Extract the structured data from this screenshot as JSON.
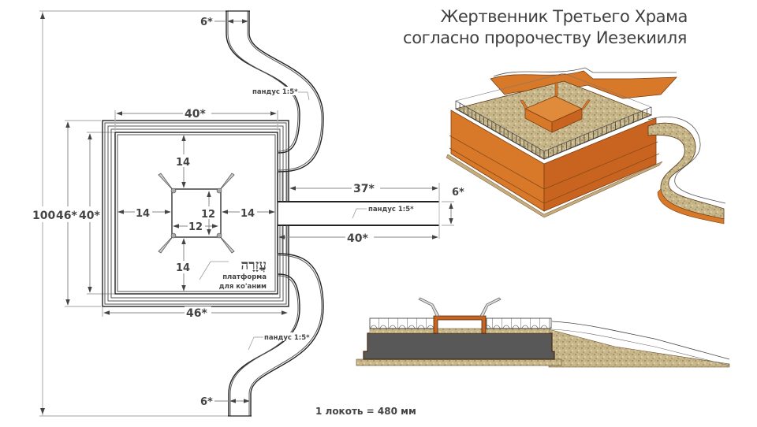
{
  "title": {
    "line1": "Жертвенник Третьего Храма",
    "line2": "согласно пророчеству Иезекииля"
  },
  "plan": {
    "dimensions": {
      "overall_height": "100",
      "outer_height": "46*",
      "inner_height": "40*",
      "top_width": "40*",
      "bottom_width": "46*",
      "margin_top": "14",
      "margin_bottom": "14",
      "margin_left": "14",
      "margin_right": "14",
      "core_width": "12",
      "core_height": "12",
      "ramp_top_width": "6*",
      "ramp_bottom_width": "6*",
      "ramp_side_width": "6*",
      "ramp_side_length_upper": "37*",
      "ramp_side_length_lower": "40*"
    },
    "ramp_label_top": "пандус 1:5*",
    "ramp_label_side": "пандус 1:5*",
    "ramp_label_bottom": "пандус 1:5*",
    "azara_hebrew": "עֲזָרָה",
    "platform_line1": "платформа",
    "platform_line2": "для ко'аним"
  },
  "scale_note": "1 локоть = 480 мм",
  "colors": {
    "altar_orange": "#d8792a",
    "stone": "#c9b88a",
    "dark_base": "#555555",
    "text": "#444444"
  }
}
